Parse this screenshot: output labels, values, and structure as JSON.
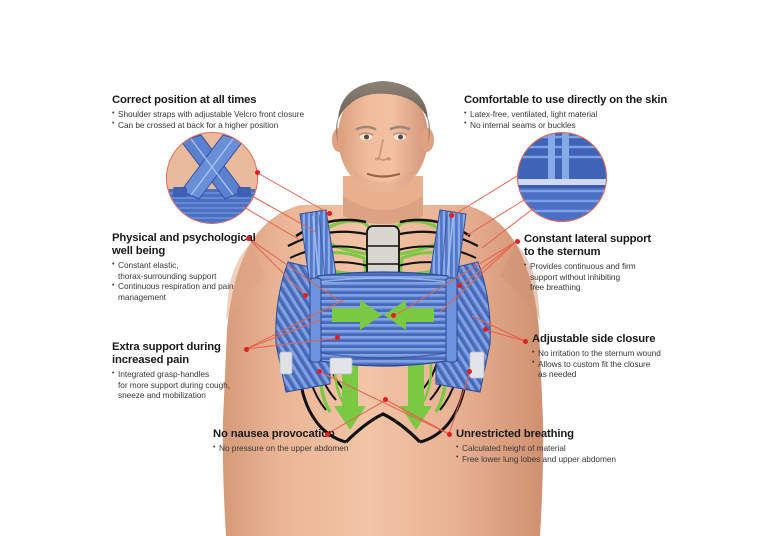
{
  "figure": {
    "type": "annotated-product-photo",
    "subject": "male torso wearing blue elastic sternum support vest with anatomical overlay",
    "background_color": "#ffffff",
    "accent_color": "#e02020",
    "leader_line_color": "#e8604c",
    "vest_color": "#4a6fc4",
    "arrow_color": "#7ac943",
    "lung_color": "#7ac943",
    "rib_color": "#111111",
    "skin_color": "#e8b393"
  },
  "callouts": [
    {
      "id": "correct-position",
      "title": "Correct position at all times",
      "bullets": [
        "Shoulder straps with adjustable Velcro front closure",
        "Can be crossed at back for a higher position"
      ]
    },
    {
      "id": "comfortable-skin",
      "title": "Comfortable to use directly on the skin",
      "bullets": [
        "Latex-free, ventilated, light material",
        "No internal seams or buckles"
      ]
    },
    {
      "id": "physical-psychological",
      "title": "Physical and psychological\nwell being",
      "bullets": [
        "Constant elastic,\nthorax-surrounding support",
        "Continuous respiration and pain\nmanagement"
      ]
    },
    {
      "id": "constant-lateral-support",
      "title": "Constant lateral support\nto the sternum",
      "bullets": [
        "Provides continuous and firm\nsupport without inhibiting\nfree breathing"
      ]
    },
    {
      "id": "extra-support",
      "title": "Extra support during\nincreased pain",
      "bullets": [
        "Integrated grasp-handles\nfor more support during cough,\nsneeze and mobilization"
      ]
    },
    {
      "id": "adjustable-side-closure",
      "title": "Adjustable side closure",
      "bullets": [
        "No irritation to the sternum wound",
        "Allows to custom fit the closure\nas needed"
      ]
    },
    {
      "id": "no-nausea",
      "title": "No nausea provocation",
      "bullets": [
        "No pressure on the upper abdomen"
      ]
    },
    {
      "id": "unrestricted-breathing",
      "title": "Unrestricted breathing",
      "bullets": [
        "Calculated height of material",
        "Free lower lung lobes and upper abdomen"
      ]
    }
  ],
  "insets": [
    {
      "id": "back-crossed-straps",
      "caption": "close-up of blue shoulder straps crossed at the back"
    },
    {
      "id": "fabric-texture",
      "caption": "close-up of ribbed blue elastic material"
    }
  ]
}
